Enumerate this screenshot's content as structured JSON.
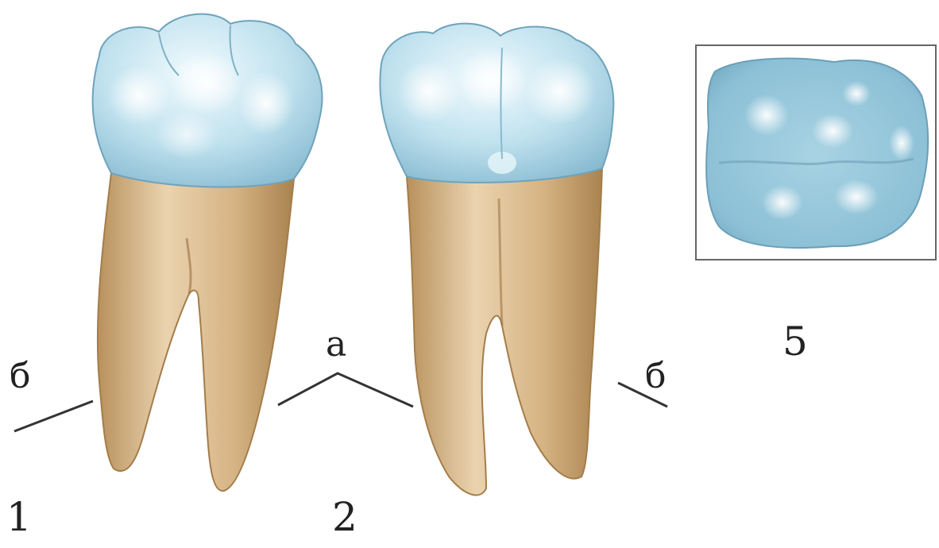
{
  "labels": {
    "view_1": "1",
    "view_2": "2",
    "view_5": "5",
    "root_a": "а",
    "root_b_left": "б",
    "root_b_right": "б"
  },
  "colors": {
    "crown": "#a9d4e6",
    "crown_light": "#e8f6fb",
    "crown_shadow": "#79aec6",
    "root": "#d3b07e",
    "root_light": "#ecd6b4",
    "root_shadow": "#a07a48",
    "leader_line": "#333333",
    "frame": "#666666"
  }
}
